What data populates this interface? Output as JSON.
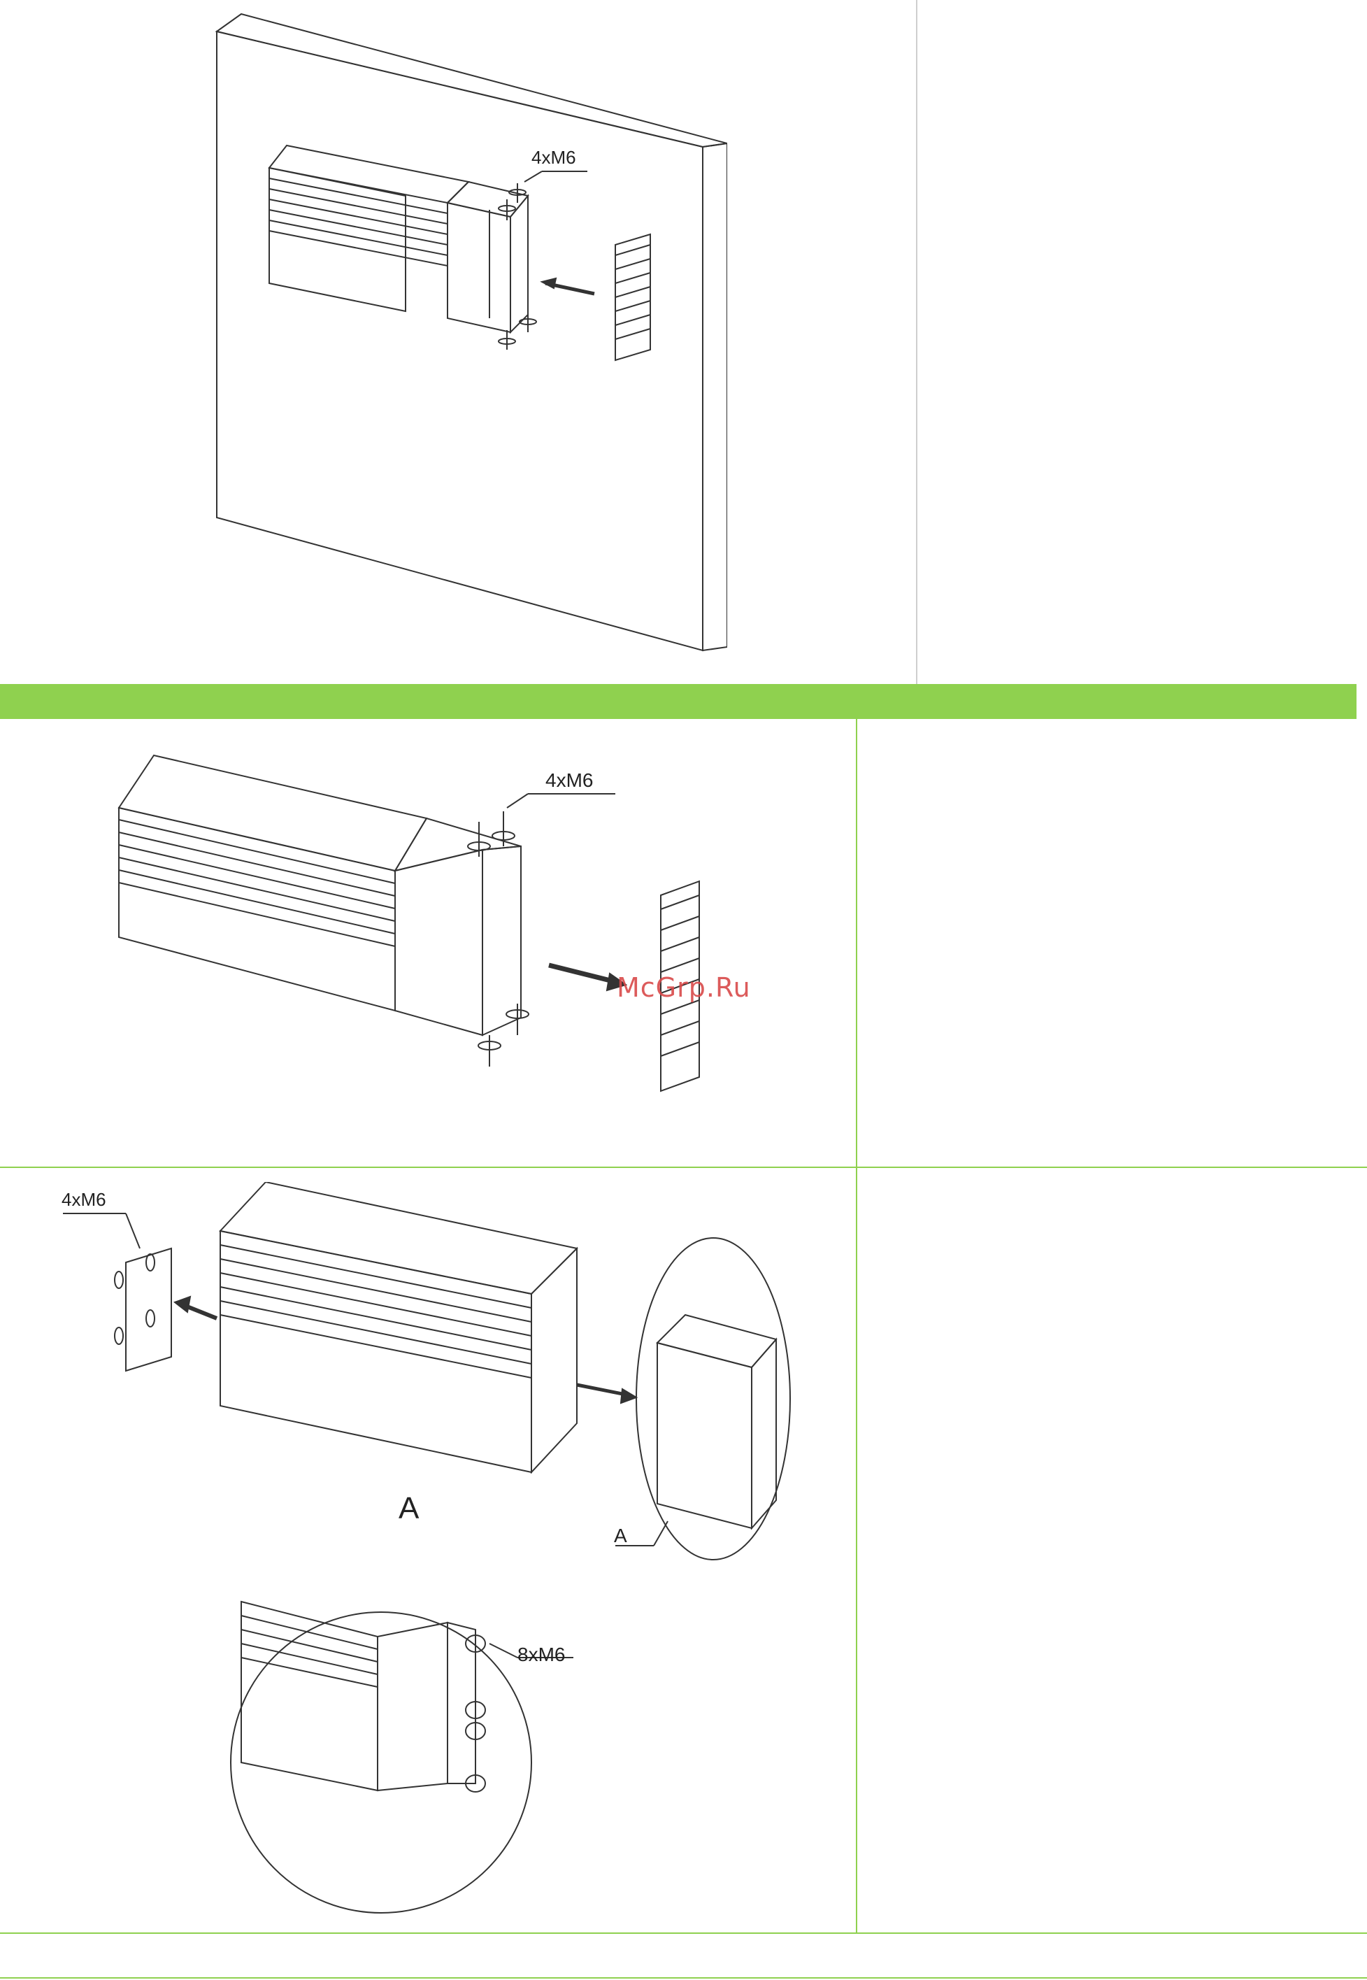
{
  "figure1": {
    "fastener_label": "4xM6"
  },
  "figure2": {
    "fastener_label": "4xM6"
  },
  "figure3": {
    "fastener_label_left": "4xM6",
    "detail_callout": "A",
    "detail_title": "A",
    "detail_fastener_label": "8xM6"
  },
  "watermark": {
    "text": "McGrp.Ru"
  },
  "colors": {
    "accent_green": "#8fd14f",
    "watermark_red": "#d94a4a",
    "line": "#333333"
  }
}
